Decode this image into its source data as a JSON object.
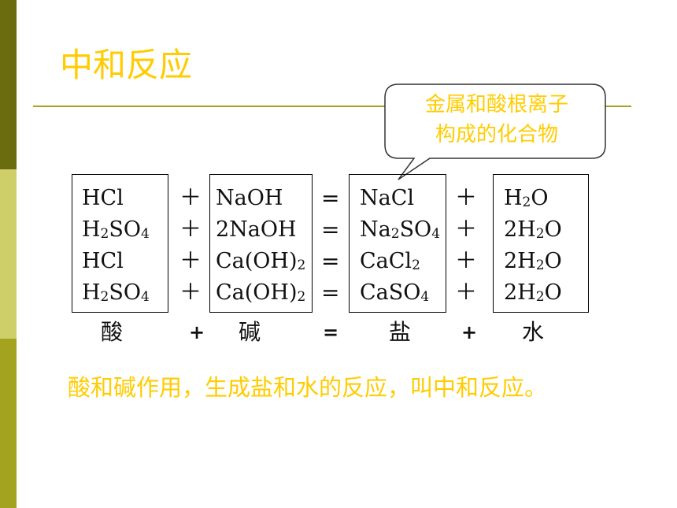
{
  "slide": {
    "title": "中和反应",
    "callout_line1": "金属和酸根离子",
    "callout_line2": "构成的化合物",
    "statement": "酸和碱作用，生成盐和水的反应，叫中和反应。"
  },
  "equations": [
    {
      "acid": [
        "HCl"
      ],
      "base": [
        "NaOH"
      ],
      "salt": [
        "NaCl"
      ],
      "water": [
        "H",
        "2",
        "O"
      ]
    },
    {
      "acid": [
        "H",
        "2",
        "SO",
        "4"
      ],
      "base": [
        "2NaOH"
      ],
      "salt": [
        "Na",
        "2",
        "SO",
        "4"
      ],
      "water": [
        "2H",
        "2",
        "O"
      ]
    },
    {
      "acid": [
        "HCl"
      ],
      "base": [
        "Ca(OH)",
        "2"
      ],
      "salt": [
        "CaCl",
        "2"
      ],
      "water": [
        "2H",
        "2",
        "O"
      ]
    },
    {
      "acid": [
        "H",
        "2",
        "SO",
        "4"
      ],
      "base": [
        "Ca(OH)",
        "2"
      ],
      "salt": [
        "CaSO",
        "4"
      ],
      "water": [
        "2H",
        "2",
        "O"
      ]
    }
  ],
  "operators": {
    "plus": "＋",
    "equals": "="
  },
  "categories": {
    "acid": "酸",
    "plus1": "+",
    "base": "碱",
    "equals": "=",
    "salt": "盐",
    "plus2": "+",
    "water": "水"
  },
  "colors": {
    "accent": "#ffcc00",
    "sidebar_dark": "#6b6b10",
    "sidebar_light": "#cfcf6a",
    "sidebar_mid": "#a3a320"
  }
}
